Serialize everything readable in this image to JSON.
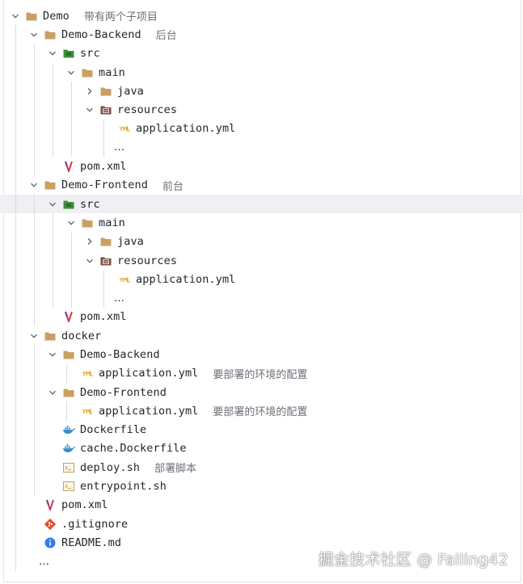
{
  "colors": {
    "folder": "#c9a064",
    "src_folder": "#3f8f3a",
    "res_folder": "#7a4a44",
    "yml": "#e6a82e",
    "maven": "#d5364b",
    "docker": "#3e8fc6",
    "script": "#c3a253",
    "git": "#e24e2a",
    "info": "#2f7cf6",
    "selected_row": "#eef0f3",
    "guide": "#d9dce1"
  },
  "tree": {
    "rows": [
      {
        "label": "Demo",
        "comment": "带有两个子项目",
        "icon": "folder-icon",
        "expanded": true
      },
      {
        "label": "Demo-Backend",
        "comment": "后台",
        "icon": "folder-icon",
        "expanded": true
      },
      {
        "label": "src",
        "comment": "",
        "icon": "source-folder-icon",
        "expanded": true
      },
      {
        "label": "main",
        "comment": "",
        "icon": "folder-icon",
        "expanded": true
      },
      {
        "label": "java",
        "comment": "",
        "icon": "folder-icon",
        "expanded": false
      },
      {
        "label": "resources",
        "comment": "",
        "icon": "resources-folder-icon",
        "expanded": true
      },
      {
        "label": "application.yml",
        "comment": "",
        "icon": "yaml-file-icon"
      },
      {
        "label": "…",
        "comment": "",
        "icon": ""
      },
      {
        "label": "pom.xml",
        "comment": "",
        "icon": "maven-file-icon"
      },
      {
        "label": "Demo-Frontend",
        "comment": "前台",
        "icon": "folder-icon",
        "expanded": true
      },
      {
        "label": "src",
        "comment": "",
        "icon": "source-folder-icon",
        "expanded": true,
        "selected": true
      },
      {
        "label": "main",
        "comment": "",
        "icon": "folder-icon",
        "expanded": true
      },
      {
        "label": "java",
        "comment": "",
        "icon": "folder-icon",
        "expanded": false
      },
      {
        "label": "resources",
        "comment": "",
        "icon": "resources-folder-icon",
        "expanded": true
      },
      {
        "label": "application.yml",
        "comment": "",
        "icon": "yaml-file-icon"
      },
      {
        "label": "…",
        "comment": "",
        "icon": ""
      },
      {
        "label": "pom.xml",
        "comment": "",
        "icon": "maven-file-icon"
      },
      {
        "label": "docker",
        "comment": "",
        "icon": "folder-icon",
        "expanded": true
      },
      {
        "label": "Demo-Backend",
        "comment": "",
        "icon": "folder-icon",
        "expanded": true
      },
      {
        "label": "application.yml",
        "comment": "要部署的环境的配置",
        "icon": "yaml-file-icon"
      },
      {
        "label": "Demo-Frontend",
        "comment": "",
        "icon": "folder-icon",
        "expanded": true
      },
      {
        "label": "application.yml",
        "comment": "要部署的环境的配置",
        "icon": "yaml-file-icon"
      },
      {
        "label": "Dockerfile",
        "comment": "",
        "icon": "docker-file-icon"
      },
      {
        "label": "cache.Dockerfile",
        "comment": "",
        "icon": "docker-file-icon"
      },
      {
        "label": "deploy.sh",
        "comment": "部署脚本",
        "icon": "shell-script-icon"
      },
      {
        "label": "entrypoint.sh",
        "comment": "",
        "icon": "shell-script-icon"
      },
      {
        "label": "pom.xml",
        "comment": "",
        "icon": "maven-file-icon"
      },
      {
        "label": ".gitignore",
        "comment": "",
        "icon": "git-file-icon"
      },
      {
        "label": "README.md",
        "comment": "",
        "icon": "info-file-icon"
      },
      {
        "label": "…",
        "comment": "",
        "icon": ""
      }
    ]
  },
  "watermark": {
    "text": "掘金技术社区 @ Falling42"
  }
}
